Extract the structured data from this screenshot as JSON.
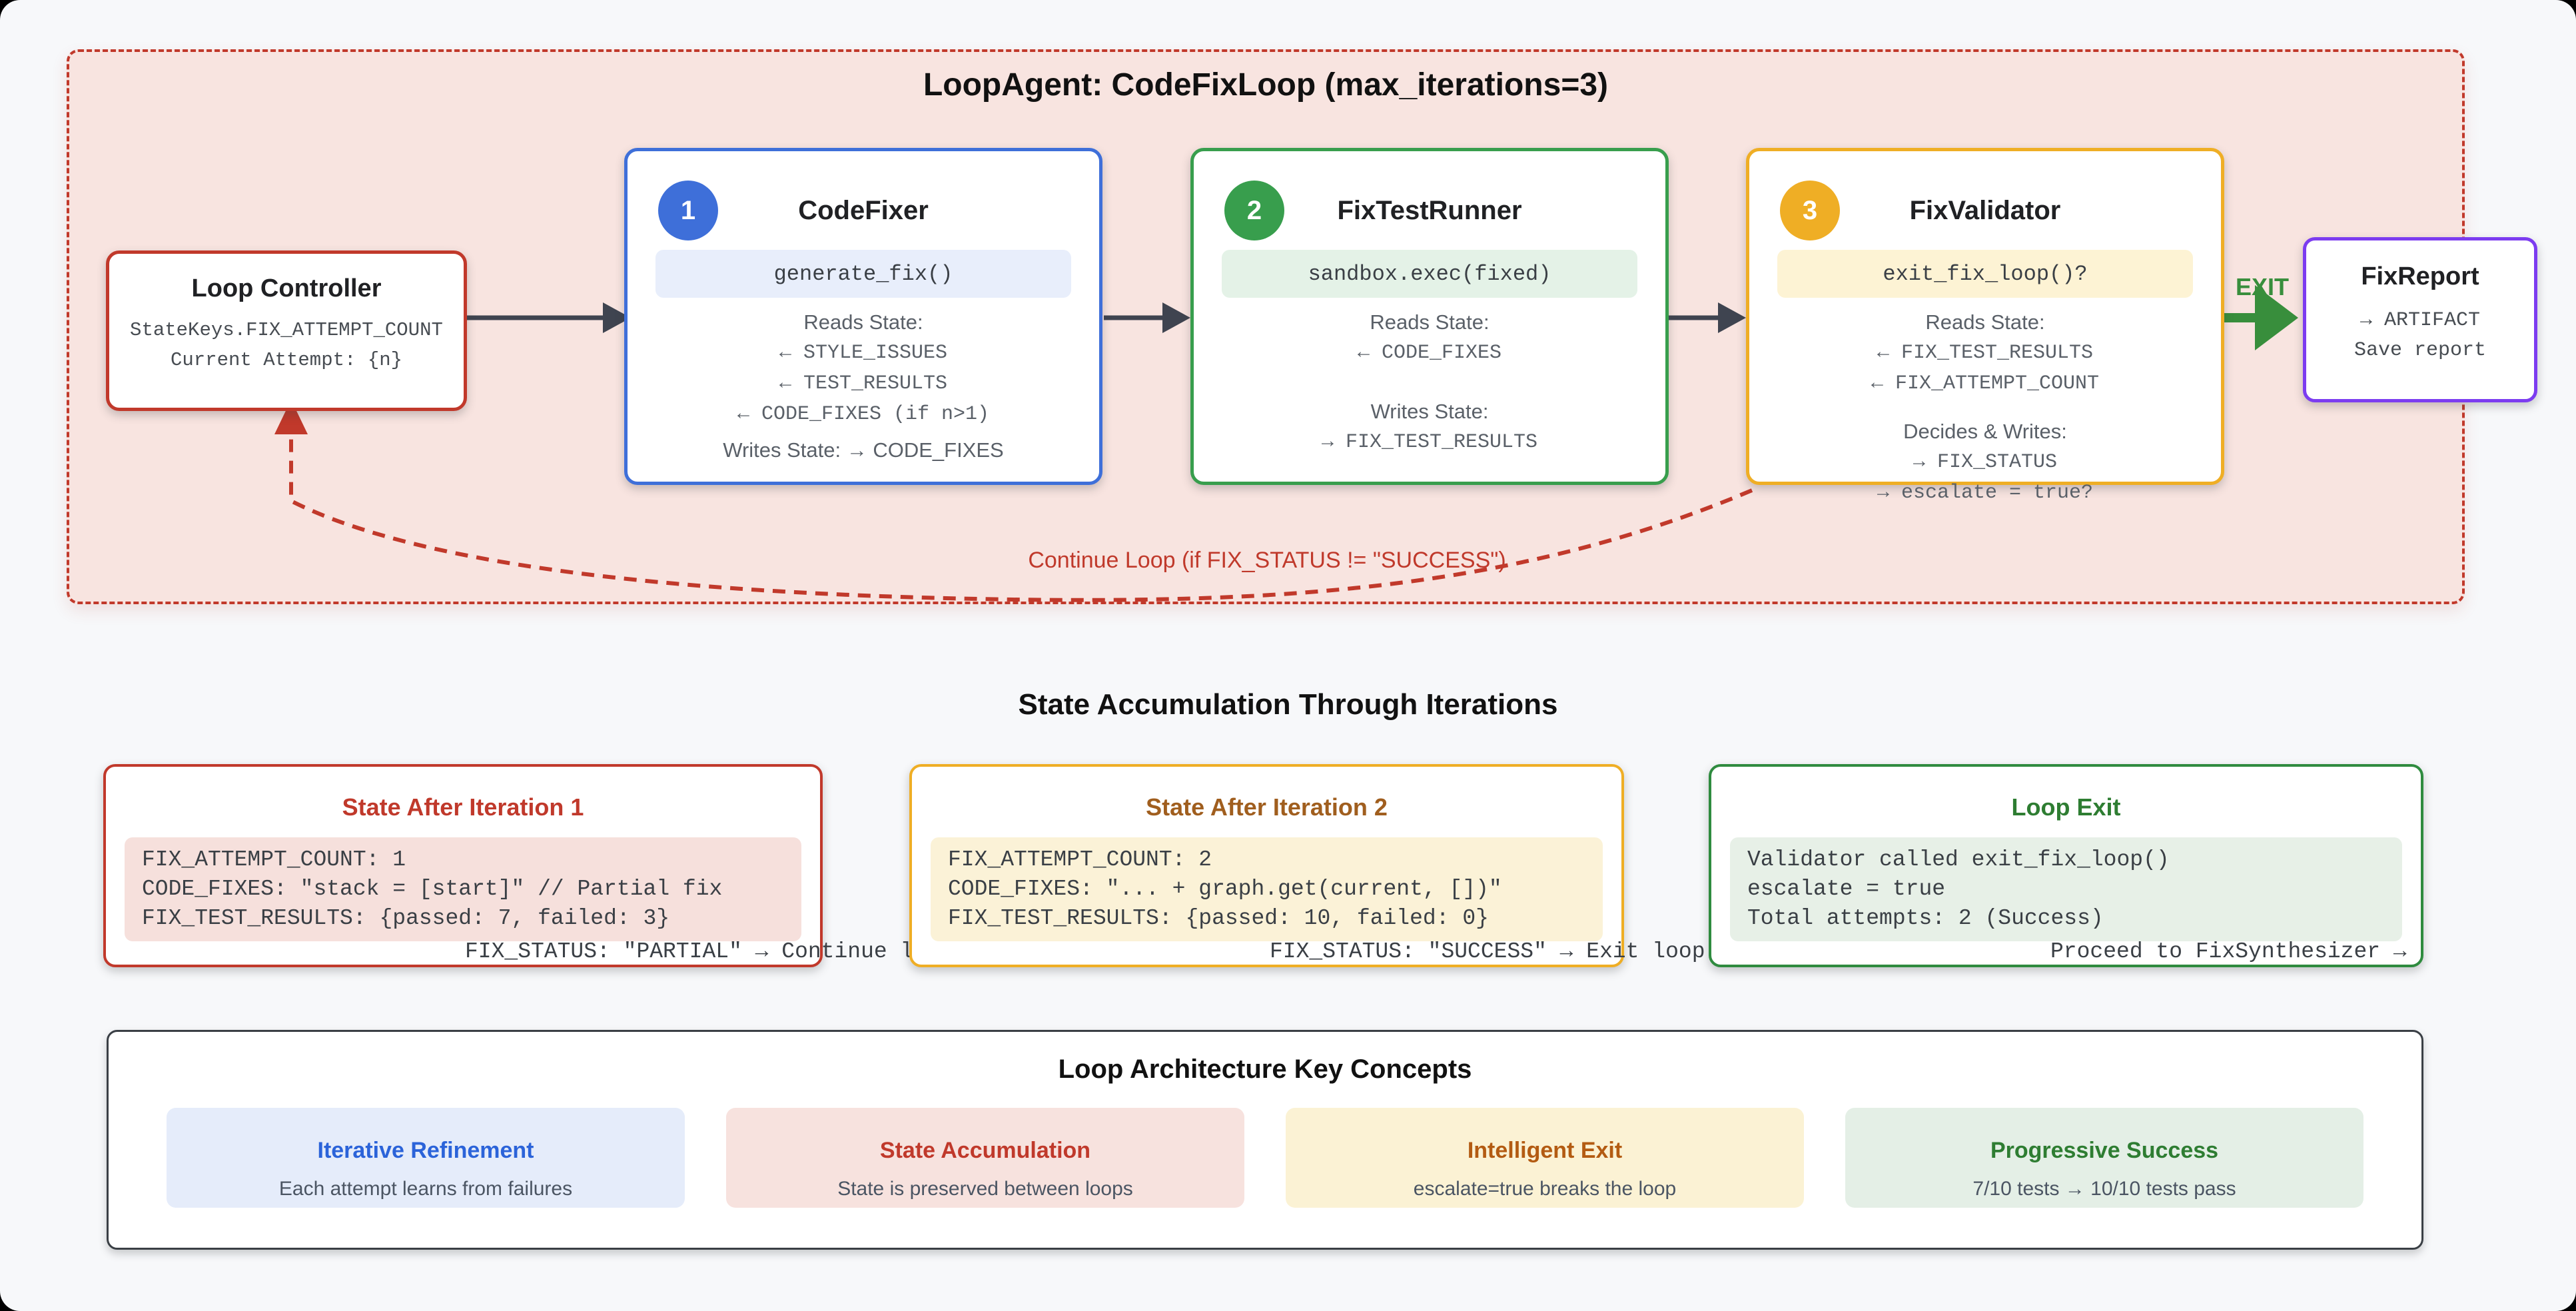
{
  "loop_box": {
    "title": "LoopAgent: CodeFixLoop (max_iterations=3)",
    "continue_label": "Continue Loop (if FIX_STATUS != \"SUCCESS\")",
    "exit_label": "EXIT",
    "border_color": "#c1392b",
    "bg_color": "#f8e4e0"
  },
  "controller": {
    "title": "Loop Controller",
    "lines": [
      "StateKeys.FIX_ATTEMPT_COUNT",
      "Current Attempt: {n}"
    ],
    "accent": "#c1392b"
  },
  "agents": [
    {
      "number": "1",
      "title": "CodeFixer",
      "method": "generate_fix()",
      "accent": "#3e6fd9",
      "pill_bg": "#e8eefb",
      "rows": [
        {
          "text": "Reads State:",
          "kind": "label",
          "gap": 0
        },
        {
          "text": "← STYLE_ISSUES",
          "kind": "mono",
          "gap": 0
        },
        {
          "text": "← TEST_RESULTS",
          "kind": "mono",
          "gap": 0
        },
        {
          "text": "← CODE_FIXES (if n>1)",
          "kind": "mono",
          "gap": 0
        },
        {
          "text": "Writes State: → CODE_FIXES",
          "kind": "label",
          "gap": 8
        }
      ]
    },
    {
      "number": "2",
      "title": "FixTestRunner",
      "method": "sandbox.exec(fixed)",
      "accent": "#389e4d",
      "pill_bg": "#e4f2e7",
      "rows": [
        {
          "text": "Reads State:",
          "kind": "label",
          "gap": 0
        },
        {
          "text": "← CODE_FIXES",
          "kind": "mono",
          "gap": 0
        },
        {
          "text": "Writes State:",
          "kind": "label",
          "gap": 42
        },
        {
          "text": "→ FIX_TEST_RESULTS",
          "kind": "mono",
          "gap": 0
        }
      ]
    },
    {
      "number": "3",
      "title": "FixValidator",
      "method": "exit_fix_loop()?",
      "accent": "#efae25",
      "pill_bg": "#fdf3d4",
      "rows": [
        {
          "text": "Reads State:",
          "kind": "label",
          "gap": 0
        },
        {
          "text": "← FIX_TEST_RESULTS",
          "kind": "mono",
          "gap": 0
        },
        {
          "text": "← FIX_ATTEMPT_COUNT",
          "kind": "mono",
          "gap": 0
        },
        {
          "text": "Decides & Writes:",
          "kind": "label",
          "gap": 26
        },
        {
          "text": "→ FIX_STATUS",
          "kind": "mono",
          "gap": 0
        },
        {
          "text": "→ escalate = true?",
          "kind": "mono",
          "gap": 0
        }
      ]
    }
  ],
  "report": {
    "title": "FixReport",
    "lines": [
      "→ ARTIFACT",
      "Save report"
    ],
    "accent": "#7c3cf0"
  },
  "state_section": {
    "heading": "State Accumulation Through Iterations",
    "cards": [
      {
        "title": "State After Iteration 1",
        "title_color": "#c0392b",
        "border_color": "#c1392b",
        "panel_bg": "#f6e0dc",
        "code": [
          "FIX_ATTEMPT_COUNT: 1",
          "CODE_FIXES: \"stack = [start]\" // Partial fix",
          "FIX_TEST_RESULTS: {passed: 7, failed: 3}"
        ],
        "overflow_line": "FIX_STATUS: \"PARTIAL\" → Continue loop"
      },
      {
        "title": "State After Iteration 2",
        "title_color": "#a05e1e",
        "border_color": "#efae25",
        "panel_bg": "#fbf2d7",
        "code": [
          "FIX_ATTEMPT_COUNT: 2",
          "CODE_FIXES: \"... + graph.get(current, [])\"",
          "FIX_TEST_RESULTS: {passed: 10, failed: 0}"
        ],
        "overflow_line": "FIX_STATUS: \"SUCCESS\" → Exit loop"
      },
      {
        "title": "Loop Exit",
        "title_color": "#2e7d32",
        "border_color": "#2f8b3f",
        "panel_bg": "#e7f0e7",
        "code": [
          "Validator called exit_fix_loop()",
          "escalate = true",
          "Total attempts: 2 (Success)"
        ],
        "overflow_line": "Proceed to FixSynthesizer →"
      }
    ]
  },
  "concepts_section": {
    "heading": "Loop Architecture Key Concepts",
    "cards": [
      {
        "title": "Iterative Refinement",
        "subtitle": "Each attempt learns from failures",
        "bg": "#e5ecfa",
        "title_color": "#2b63d9"
      },
      {
        "title": "State Accumulation",
        "subtitle": "State is preserved between loops",
        "bg": "#f7e2de",
        "title_color": "#c0392b"
      },
      {
        "title": "Intelligent Exit",
        "subtitle": "escalate=true breaks the loop",
        "bg": "#fbf2d4",
        "title_color": "#b35b12"
      },
      {
        "title": "Progressive Success",
        "subtitle": "7/10 tests → 10/10 tests pass",
        "bg": "#e4efe6",
        "title_color": "#2e7d32"
      }
    ]
  }
}
